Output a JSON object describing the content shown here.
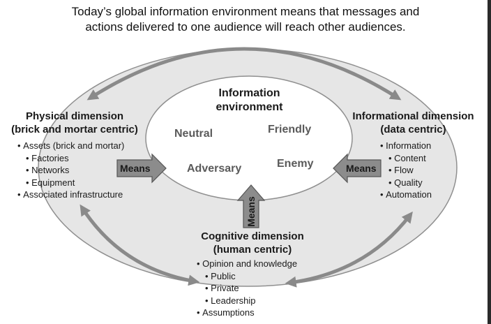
{
  "caption": {
    "line1": "Today’s global information environment means that messages and",
    "line2": "actions delivered to one audience will reach other audiences."
  },
  "environment": {
    "title_line1": "Information",
    "title_line2": "environment",
    "actors": {
      "neutral": "Neutral",
      "friendly": "Friendly",
      "adversary": "Adversary",
      "enemy": "Enemy"
    }
  },
  "physical": {
    "title_line1": "Physical dimension",
    "title_line2": "(brick and mortar centric)",
    "items": [
      {
        "text": "Assets (brick and mortar)",
        "level": 0
      },
      {
        "text": "Factories",
        "level": 1
      },
      {
        "text": "Networks",
        "level": 1
      },
      {
        "text": "Equipment",
        "level": 1
      },
      {
        "text": "Associated infrastructure",
        "level": 0
      }
    ]
  },
  "informational": {
    "title_line1": "Informational dimension",
    "title_line2": "(data centric)",
    "items": [
      {
        "text": "Information",
        "level": 0
      },
      {
        "text": "Content",
        "level": 1
      },
      {
        "text": "Flow",
        "level": 1
      },
      {
        "text": "Quality",
        "level": 1
      },
      {
        "text": "Automation",
        "level": 0
      }
    ]
  },
  "cognitive": {
    "title_line1": "Cognitive dimension",
    "title_line2": "(human centric)",
    "items": [
      {
        "text": "Opinion and knowledge",
        "level": 0
      },
      {
        "text": "Public",
        "level": 1
      },
      {
        "text": "Private",
        "level": 1
      },
      {
        "text": "Leadership",
        "level": 1
      },
      {
        "text": "Assumptions",
        "level": 0
      }
    ]
  },
  "means": {
    "left": "Means",
    "right": "Means",
    "bottom": "Means"
  },
  "colors": {
    "ring_fill": "#e6e6e6",
    "ring_stroke": "#8f8f8f",
    "inner_fill": "#ffffff",
    "arrow_fill": "#8c8c8c",
    "arrow_stroke": "#555555",
    "curved_arrow": "#8a8a8a",
    "actor_text": "#5a5a5a"
  }
}
